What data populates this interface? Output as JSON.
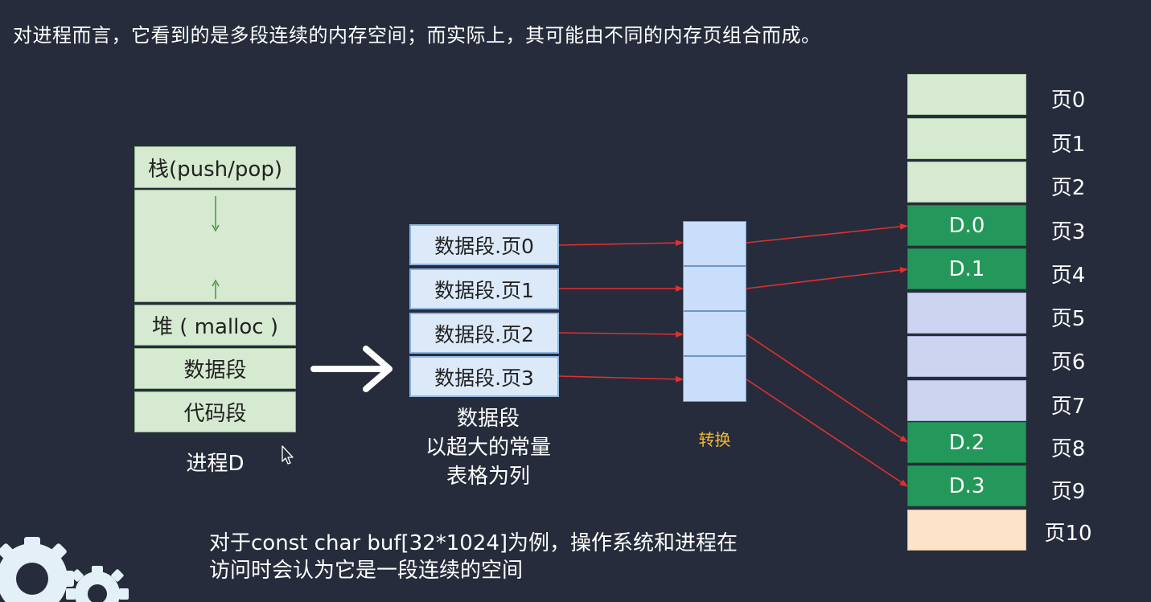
{
  "title": "对进程而言，它看到的是多段连续的内存空间；而实际上，其可能由不同的内存页组合而成。",
  "process": {
    "stack_label": "栈(push/pop)",
    "heap_label": "堆 ( malloc )",
    "data_label": "数据段",
    "code_label": "代码段",
    "name": "进程D"
  },
  "data_pages": [
    "数据段.页0",
    "数据段.页1",
    "数据段.页2",
    "数据段.页3"
  ],
  "data_caption": [
    "数据段",
    "以超大的常量",
    "表格为列"
  ],
  "translate_label": "转换",
  "phys_pages": [
    {
      "label": "页0",
      "content": "",
      "color": "#d5ead0"
    },
    {
      "label": "页1",
      "content": "",
      "color": "#d5ead0"
    },
    {
      "label": "页2",
      "content": "",
      "color": "#d5ead0"
    },
    {
      "label": "页3",
      "content": "D.0",
      "color": "#24985a"
    },
    {
      "label": "页4",
      "content": "D.1",
      "color": "#24985a"
    },
    {
      "label": "页5",
      "content": "",
      "color": "#ccd4f0"
    },
    {
      "label": "页6",
      "content": "",
      "color": "#ccd4f0"
    },
    {
      "label": "页7",
      "content": "",
      "color": "#ccd4f0"
    },
    {
      "label": "页8",
      "content": "D.2",
      "color": "#24985a"
    },
    {
      "label": "页9",
      "content": "D.3",
      "color": "#24985a"
    },
    {
      "label": "页10",
      "content": "",
      "color": "#fde3c7"
    }
  ],
  "note": [
    "对于const char buf[32*1024]为例，操作系统和进程在",
    "访问时会认为它是一段连续的空间"
  ],
  "colors": {
    "background": "#262c3b",
    "arrow_red": "#e03030",
    "translate_label": "#f2b833",
    "page_used": "#24985a"
  }
}
